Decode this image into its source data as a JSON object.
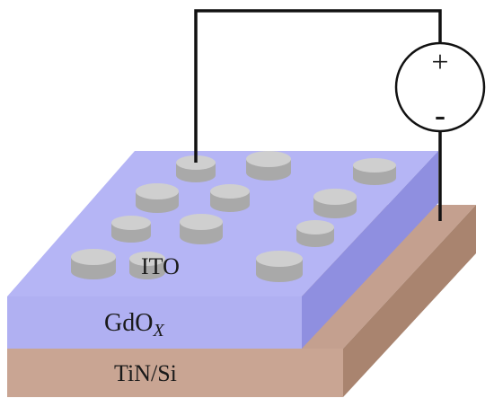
{
  "labels": {
    "ito": "ITO",
    "gdox_base": "GdO",
    "gdox_sub": "X",
    "substrate": "TiN/Si"
  },
  "source": {
    "plus": "+",
    "minus": "-"
  },
  "colors": {
    "substrate_top": "#c4a08f",
    "substrate_front": "#c9a593",
    "substrate_side": "#a9846f",
    "gdox_top": "#b5b5f5",
    "gdox_front": "#b0b0f2",
    "gdox_side": "#8f8fe0",
    "electrode_top": "#cfcfcf",
    "electrode_side": "#a9a9a9",
    "wire": "#111111"
  }
}
